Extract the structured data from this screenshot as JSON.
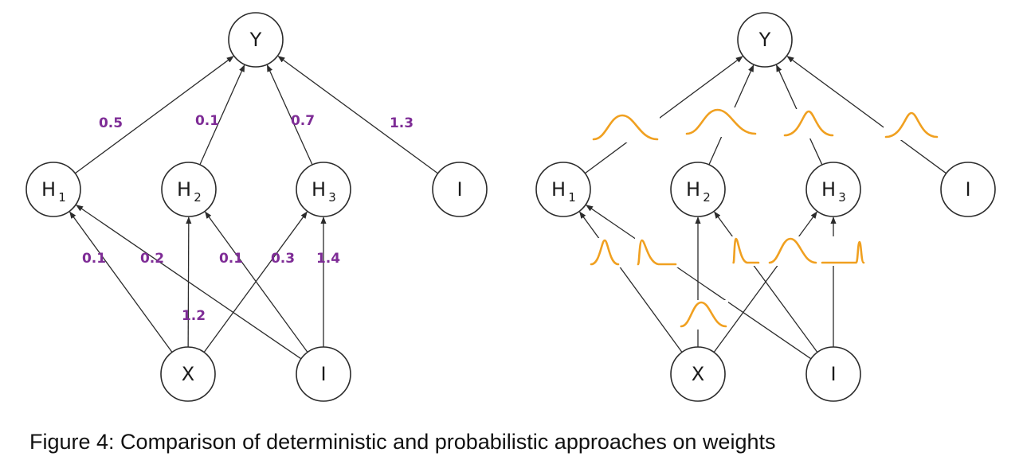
{
  "caption": "Figure 4: Comparison of deterministic and probabilistic approaches on weights",
  "colors": {
    "weight_label": "#7e2c96",
    "distribution": "#f0a020",
    "edge": "#2b2b2b"
  },
  "panels": [
    {
      "id": "deterministic",
      "nodes": [
        {
          "id": "Y",
          "label": "Y",
          "sub": ""
        },
        {
          "id": "H1",
          "label": "H",
          "sub": "1"
        },
        {
          "id": "H2",
          "label": "H",
          "sub": "2"
        },
        {
          "id": "H3",
          "label": "H",
          "sub": "3"
        },
        {
          "id": "B1",
          "label": "I",
          "sub": ""
        },
        {
          "id": "X",
          "label": "X",
          "sub": ""
        },
        {
          "id": "B2",
          "label": "I",
          "sub": ""
        }
      ],
      "edges": [
        {
          "from": "H1",
          "to": "Y",
          "weight": "0.5"
        },
        {
          "from": "H2",
          "to": "Y",
          "weight": "0.1"
        },
        {
          "from": "H3",
          "to": "Y",
          "weight": "0.7"
        },
        {
          "from": "B1",
          "to": "Y",
          "weight": "1.3"
        },
        {
          "from": "X",
          "to": "H1",
          "weight": "0.1"
        },
        {
          "from": "X",
          "to": "H2",
          "weight": "1.2"
        },
        {
          "from": "X",
          "to": "H3",
          "weight": "0.3"
        },
        {
          "from": "B2",
          "to": "H1",
          "weight": "0.2"
        },
        {
          "from": "B2",
          "to": "H2",
          "weight": "0.1"
        },
        {
          "from": "B2",
          "to": "H3",
          "weight": "1.4"
        }
      ]
    },
    {
      "id": "probabilistic",
      "nodes": [
        {
          "id": "Y",
          "label": "Y",
          "sub": ""
        },
        {
          "id": "H1",
          "label": "H",
          "sub": "1"
        },
        {
          "id": "H2",
          "label": "H",
          "sub": "2"
        },
        {
          "id": "H3",
          "label": "H",
          "sub": "3"
        },
        {
          "id": "B1",
          "label": "I",
          "sub": ""
        },
        {
          "id": "X",
          "label": "X",
          "sub": ""
        },
        {
          "id": "B2",
          "label": "I",
          "sub": ""
        }
      ],
      "edges": [
        {
          "from": "H1",
          "to": "Y",
          "dist": "wide"
        },
        {
          "from": "H2",
          "to": "Y",
          "dist": "wide"
        },
        {
          "from": "H3",
          "to": "Y",
          "dist": "narrow"
        },
        {
          "from": "B1",
          "to": "Y",
          "dist": "narrow"
        },
        {
          "from": "X",
          "to": "H1",
          "dist": "narrow"
        },
        {
          "from": "X",
          "to": "H2",
          "dist": "wide"
        },
        {
          "from": "X",
          "to": "H3",
          "dist": "wide"
        },
        {
          "from": "B2",
          "to": "H1",
          "dist": "skewed"
        },
        {
          "from": "B2",
          "to": "H2",
          "dist": "skewed"
        },
        {
          "from": "B2",
          "to": "H3",
          "dist": "spike"
        }
      ]
    }
  ]
}
